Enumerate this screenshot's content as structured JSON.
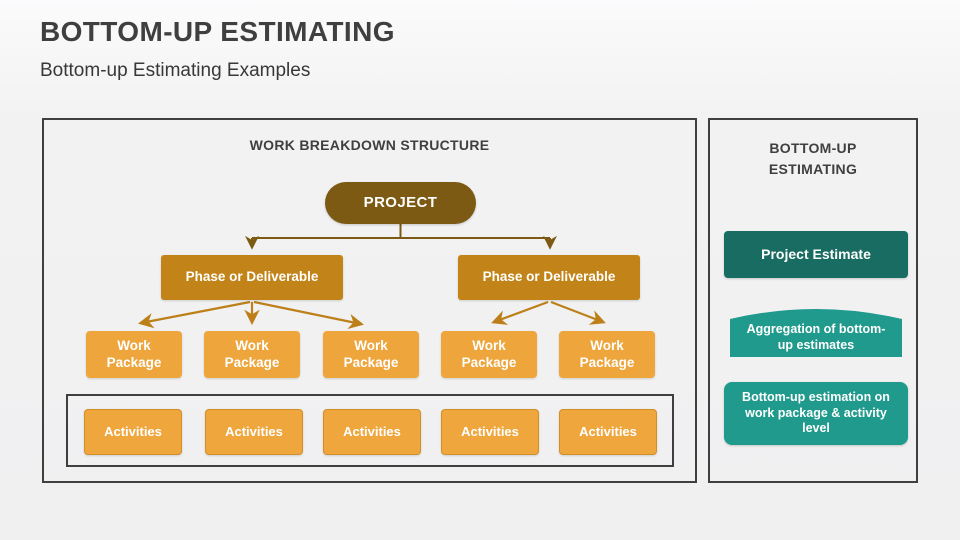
{
  "slide": {
    "title": "BOTTOM-UP ESTIMATING",
    "subtitle": "Bottom-up Estimating Examples"
  },
  "wbs": {
    "heading": "WORK BREAKDOWN STRUCTURE",
    "project": "PROJECT",
    "phases": [
      "Phase or Deliverable",
      "Phase or Deliverable"
    ],
    "work_packages": [
      "Work Package",
      "Work Package",
      "Work Package",
      "Work Package",
      "Work Package"
    ],
    "activities": [
      "Activities",
      "Activities",
      "Activities",
      "Activities",
      "Activities"
    ]
  },
  "estimating": {
    "heading": "BOTTOM-UP ESTIMATING",
    "project_estimate": "Project Estimate",
    "aggregation": "Aggregation of bottom-up estimates",
    "bottom_up": "Bottom-up estimation on work package & activity level"
  },
  "colors": {
    "heading_text": "#3f3f3f",
    "panel_border": "#3f3f3f",
    "background": "#f1f1f2",
    "project_brown": "#7d5a13",
    "phase_amber": "#c28418",
    "package_orange": "#eda53c",
    "connector_brown": "#7d5a13",
    "connector_amber": "#bd8019",
    "teal_dark": "#186c62",
    "teal": "#1f9a8c",
    "shape_text": "#ffffff"
  }
}
